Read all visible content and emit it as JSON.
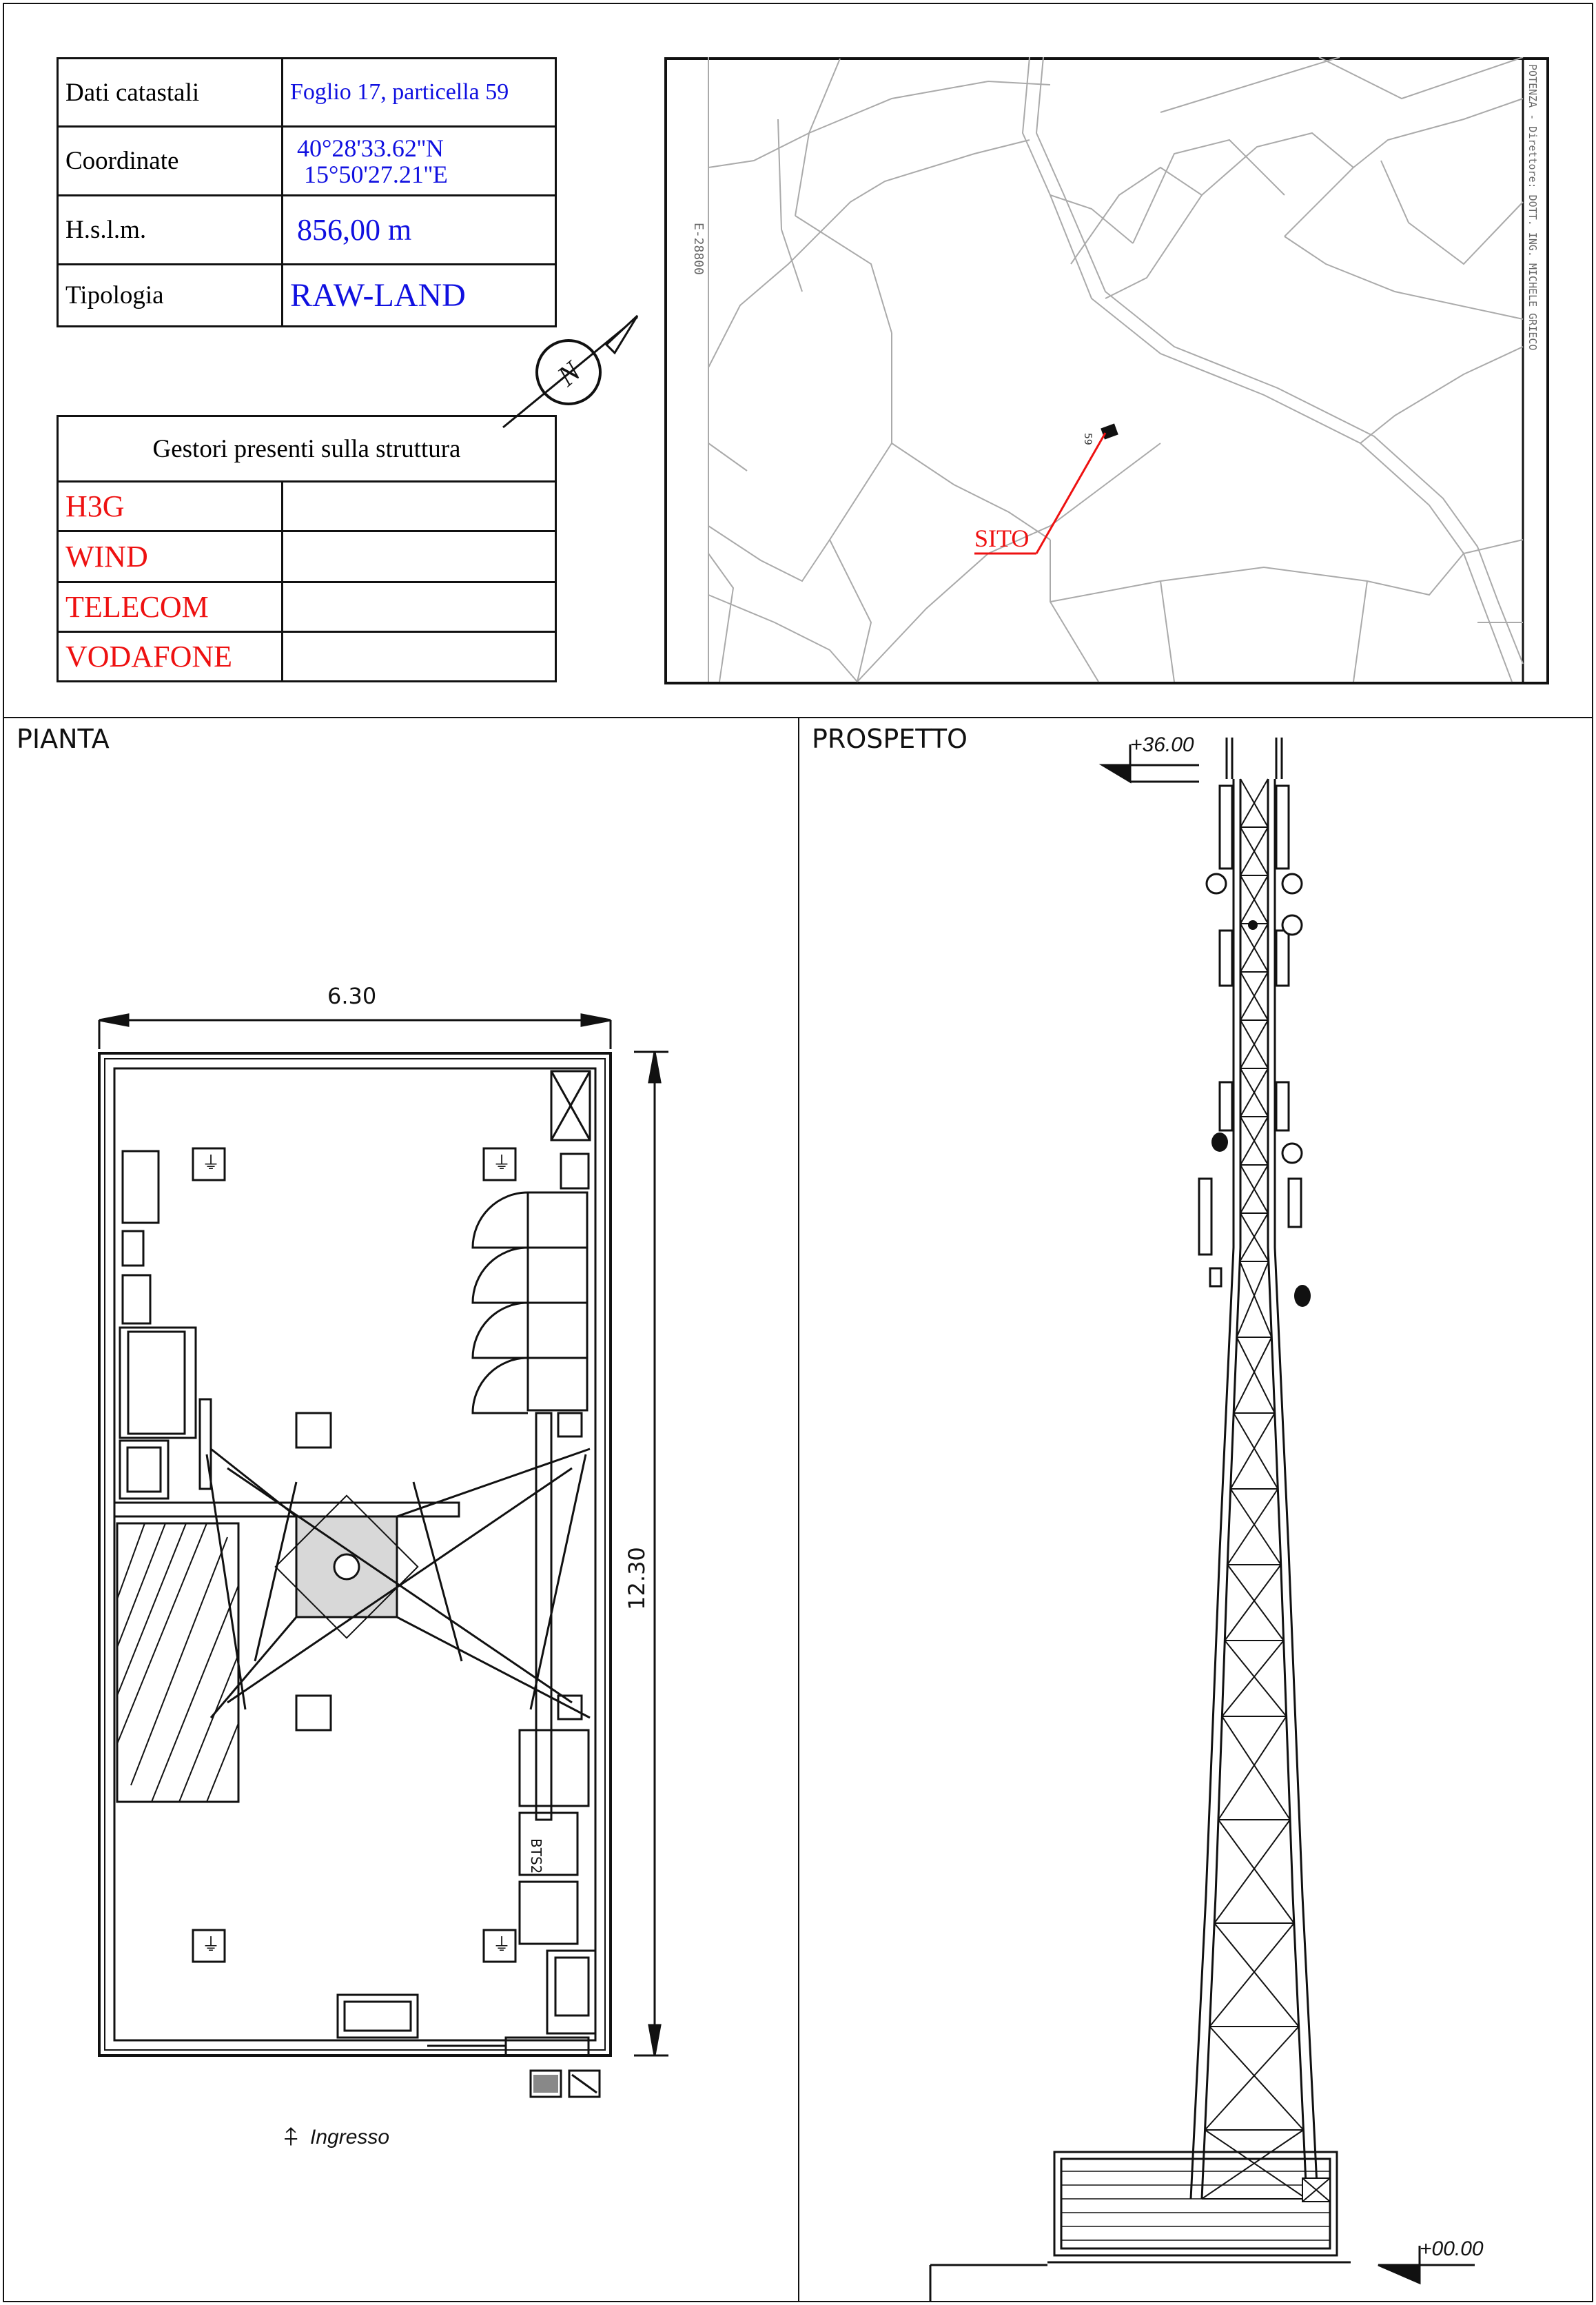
{
  "info_table": {
    "rows": [
      {
        "label": "Dati catastali",
        "value": "Foglio 17, particella 59"
      },
      {
        "label": "Coordinate",
        "value_line1": "40°28'33.62''N",
        "value_line2": "15°50'27.21''E"
      },
      {
        "label": "H.s.l.m.",
        "value": "856,00 m"
      },
      {
        "label": "Tipologia",
        "value": "RAW-LAND"
      }
    ]
  },
  "operators_table": {
    "header": "Gestori presenti sulla struttura",
    "operators": [
      "H3G",
      "WIND",
      "TELECOM",
      "VODAFONE"
    ]
  },
  "map": {
    "site_label": "SITO",
    "parcel_label": "59",
    "side_text": "POTENZA - Direttore: DOTT. ING. MICHELE GRIECO",
    "left_text": "E-28800"
  },
  "north_label": "N",
  "plan": {
    "title": "PIANTA",
    "width_dim": "6.30",
    "height_dim": "12.30",
    "bts_label": "BTS2",
    "entrance_label": "Ingresso"
  },
  "elevation": {
    "title": "PROSPETTO",
    "top_level": "+36.00",
    "base_level": "+00.00"
  },
  "colors": {
    "blue": "#1010e0",
    "red": "#ee1111"
  }
}
